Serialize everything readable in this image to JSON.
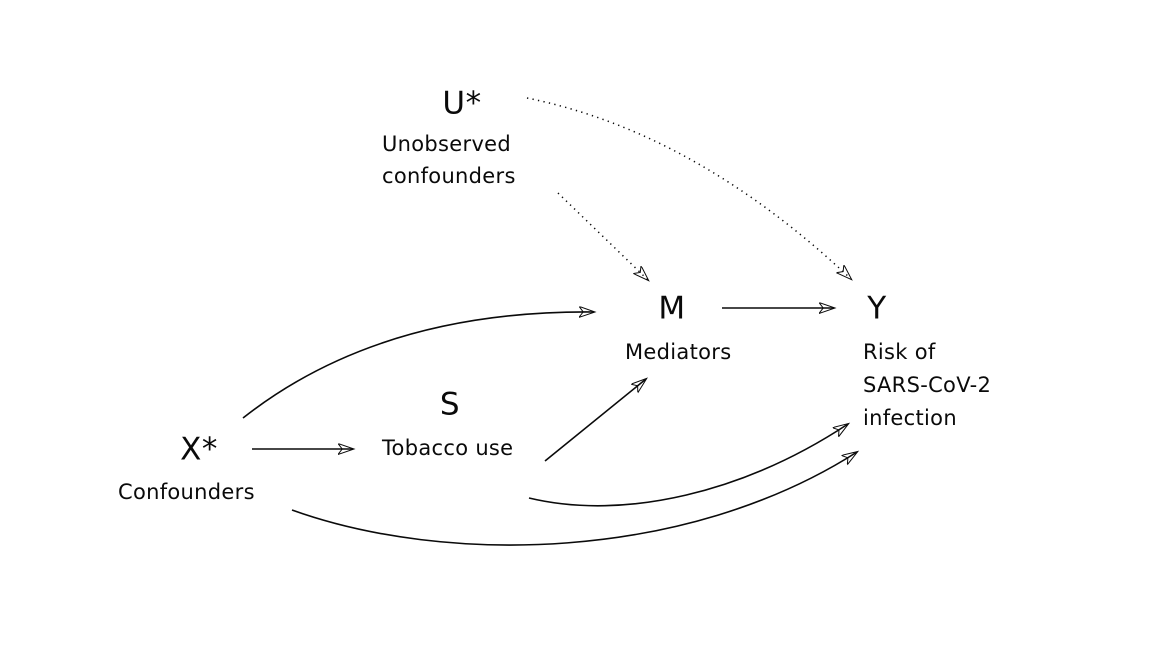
{
  "diagram": {
    "type": "causal-dag",
    "colors": {
      "ink": "#0a0a0a",
      "background": "#ffffff"
    },
    "nodes": {
      "unobserved": {
        "symbol": "U*",
        "lines": [
          "Unobserved",
          "confounders"
        ]
      },
      "confounders": {
        "symbol": "X*",
        "lines": [
          "Confounders"
        ]
      },
      "exposure": {
        "symbol": "S",
        "lines": [
          "Tobacco use"
        ]
      },
      "mediators": {
        "symbol": "M",
        "lines": [
          "Mediators"
        ]
      },
      "outcome": {
        "symbol": "Y",
        "lines": [
          "Risk of",
          "SARS-CoV-2",
          "infection"
        ]
      }
    },
    "edges": [
      {
        "from": "X*",
        "to": "S",
        "style": "solid"
      },
      {
        "from": "X*",
        "to": "M",
        "style": "solid"
      },
      {
        "from": "X*",
        "to": "Y",
        "style": "solid"
      },
      {
        "from": "S",
        "to": "M",
        "style": "solid"
      },
      {
        "from": "S",
        "to": "Y",
        "style": "solid"
      },
      {
        "from": "M",
        "to": "Y",
        "style": "solid"
      },
      {
        "from": "U*",
        "to": "M",
        "style": "dotted"
      },
      {
        "from": "U*",
        "to": "Y",
        "style": "dotted"
      }
    ]
  }
}
